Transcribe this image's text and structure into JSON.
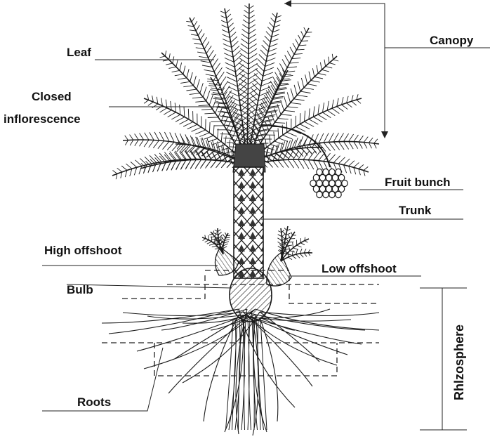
{
  "diagram": {
    "labels": {
      "leaf": "Leaf",
      "closed_inflorescence_line1": "Closed",
      "closed_inflorescence_line2": "inflorescence",
      "canopy": "Canopy",
      "fruit_bunch": "Fruit bunch",
      "trunk": "Trunk",
      "high_offshoot": "High offshoot",
      "low_offshoot": "Low offshoot",
      "bulb": "Bulb",
      "roots": "Roots",
      "rhizosphere": "Rhlzosphere"
    },
    "colors": {
      "ink": "#1a1a1a",
      "background": "#ffffff"
    }
  }
}
